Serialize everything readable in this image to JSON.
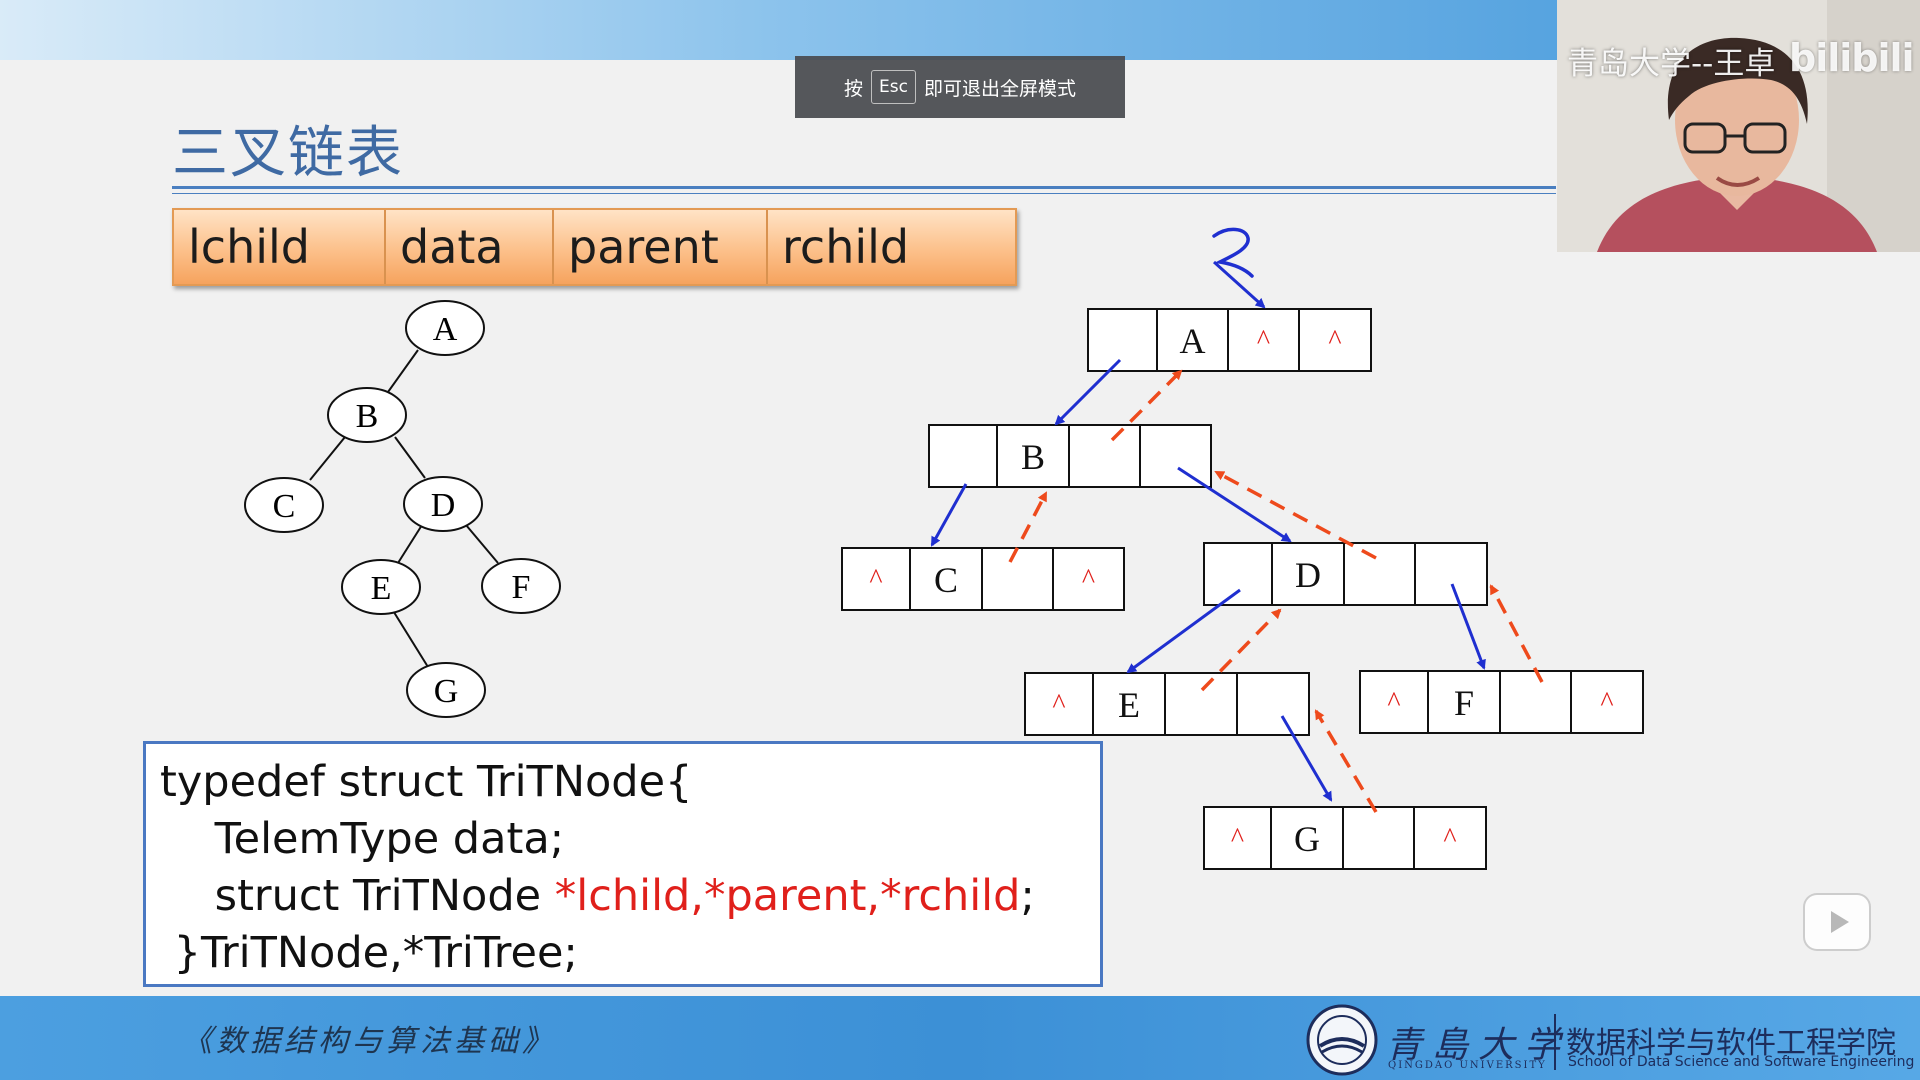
{
  "toast": {
    "prefix": "按",
    "key": "Esc",
    "suffix": "即可退出全屏模式"
  },
  "webcam": {
    "caption": "青岛大学--王卓",
    "logo": "bilibili"
  },
  "slide": {
    "title": "三叉链表",
    "fields": [
      "lchild",
      "data",
      "parent",
      "rchild"
    ],
    "tree": {
      "nodes": [
        "A",
        "B",
        "C",
        "D",
        "E",
        "F",
        "G"
      ]
    },
    "linked": {
      "null_symbol": "^",
      "nodes": [
        {
          "data": "A",
          "lchild": "",
          "parent": "^",
          "rchild": "^"
        },
        {
          "data": "B",
          "lchild": "",
          "parent": "",
          "rchild": ""
        },
        {
          "data": "C",
          "lchild": "^",
          "parent": "",
          "rchild": "^"
        },
        {
          "data": "D",
          "lchild": "",
          "parent": "",
          "rchild": ""
        },
        {
          "data": "E",
          "lchild": "^",
          "parent": "",
          "rchild": ""
        },
        {
          "data": "F",
          "lchild": "^",
          "parent": "",
          "rchild": "^"
        },
        {
          "data": "G",
          "lchild": "^",
          "parent": "",
          "rchild": "^"
        }
      ]
    },
    "code": {
      "line1": "typedef struct TriTNode{",
      "line2": "    TelemType data;",
      "line3_black": "    struct TriTNode ",
      "line3_red": "*lchild,*parent,*rchild",
      "line3_end": ";",
      "line4": " }TriTNode,*TriTree;"
    },
    "footer": {
      "course": "《数据结构与算法基础》",
      "university_cn": "青島大学",
      "university_en": "QINGDAO UNIVERSITY",
      "school_cn": "数据科学与软件工程学院",
      "school_en": "School of Data Science and Software Engineering"
    }
  },
  "colors": {
    "child_arrow": "#1f2fd0",
    "parent_arrow": "#ee4a1c",
    "null_mark": "#e0201b",
    "accent": "#3f6aa3"
  }
}
